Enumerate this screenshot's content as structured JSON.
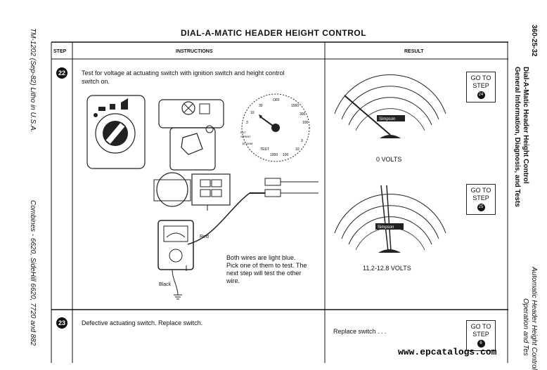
{
  "page": {
    "title": "DIAL-A-MATIC HEADER HEIGHT CONTROL",
    "left_margin_text": "TM-1202 (Sep-82) Litho in U.S.A.",
    "left_footer_text": "Combines - 6620, SideHill 6620, 7720 and 882",
    "right_page_number": "360-25-32",
    "right_section_title": "Dial-A-Matic Header Height Control",
    "right_section_subtitle": "General Information, Diagnosis, and Tests",
    "right_footer_line1": "Automatic Header Height Control",
    "right_footer_line2": "Operation and Tes",
    "watermark": "www.epcatalogs.com"
  },
  "table": {
    "col_step": "STEP",
    "col_instructions": "INSTRUCTIONS",
    "col_result": "RESULT"
  },
  "steps": [
    {
      "number": "22",
      "instruction": "Test for voltage at actuating switch with ignition switch and height control switch on.",
      "note": "Both wires are light blue. Pick one of them to test. The next step will test the other wire.",
      "labels": {
        "red": "Red",
        "black": "Black"
      },
      "dial_labels": [
        "OFF",
        "100",
        "1000",
        "300",
        "30",
        "10",
        "3",
        "EXT SPRINT",
        "1K OHM",
        "TEST",
        "1000",
        "100",
        "10"
      ],
      "results": [
        {
          "reading": "0 VOLTS",
          "goto_label": "GO TO",
          "goto_step": "STEP",
          "goto_num": "24"
        },
        {
          "reading": "11.2-12.8 VOLTS",
          "goto_label": "GO TO",
          "goto_step": "STEP",
          "goto_num": "25"
        }
      ]
    },
    {
      "number": "23",
      "instruction": "Defective actuating switch. Replace switch.",
      "result": "Replace switch . . .",
      "goto_label": "GO TO",
      "goto_step": "STEP",
      "goto_num": "6"
    }
  ],
  "meter": {
    "brand": "Simpson"
  }
}
